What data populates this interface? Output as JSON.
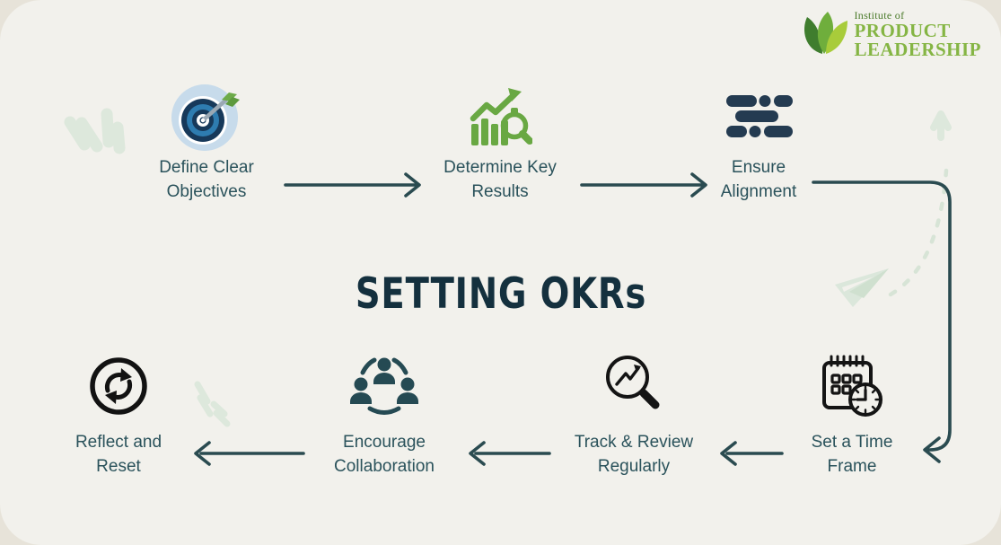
{
  "title": "SETTING OKRs",
  "logo": {
    "line_small": "Institute of",
    "line_product": "PRODUCT",
    "line_leadership": "LEADERSHIP"
  },
  "steps": [
    {
      "label": "Define Clear Objectives",
      "icon": "target-icon"
    },
    {
      "label": "Determine Key Results",
      "icon": "bar-chart-magnifier-icon"
    },
    {
      "label": "Ensure Alignment",
      "icon": "alignment-lines-icon"
    },
    {
      "label": "Set a Time Frame",
      "icon": "calendar-clock-icon"
    },
    {
      "label": "Track & Review Regularly",
      "icon": "magnifier-trend-icon"
    },
    {
      "label": "Encourage Collaboration",
      "icon": "people-collaboration-icon"
    },
    {
      "label": "Reflect and Reset",
      "icon": "refresh-circle-icon"
    }
  ],
  "colors": {
    "page_background": "#e7e3d9",
    "card_background": "#f2f1ec",
    "title_navy": "#14303e",
    "label_teal": "#2a525b",
    "arrow_teal": "#2a4b50",
    "icon_green": "#69a843",
    "icon_navy": "#243b51",
    "icon_teal": "#254a53",
    "icon_black": "#141414",
    "logo_green": "#85b544",
    "logo_dark_green": "#4a7a2a",
    "doodle_green": "#dde8dc"
  }
}
